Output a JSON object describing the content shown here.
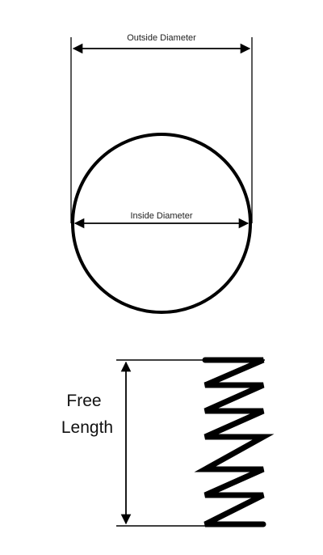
{
  "labels": {
    "outside_diameter": "Outside Diameter",
    "inside_diameter": "Inside Diameter",
    "free_length_line1": "Free",
    "free_length_line2": "Length"
  },
  "colors": {
    "stroke": "#000000",
    "text": "#222222",
    "background": "#ffffff"
  },
  "spring": {
    "zigzag_peaks": 6
  }
}
